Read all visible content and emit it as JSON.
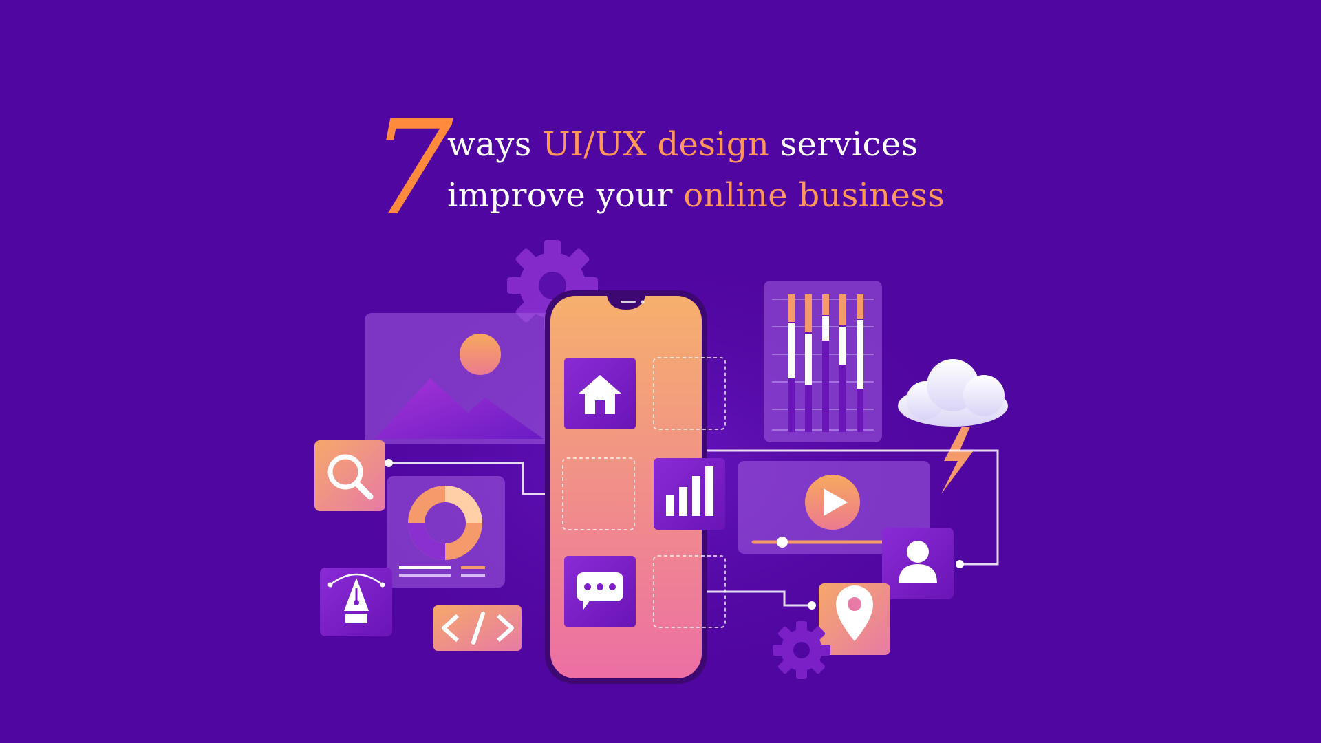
{
  "headline": {
    "number": "7",
    "line1": {
      "part1": "ways ",
      "highlight": "UI/UX design",
      "part2": " services"
    },
    "line2": {
      "part1": "improve your ",
      "highlight": "online business"
    }
  },
  "colors": {
    "background": "#5006a0",
    "accent_orange": "#ff8a3d",
    "highlight_text": "#ff965a",
    "text_white": "#ffffff",
    "phone_gradient_top": "#f6b06d",
    "phone_gradient_bottom": "#ec6fa4",
    "tile_purple": "#7b1fc7"
  },
  "illustration": {
    "icons": [
      "gear-icon",
      "image-landscape-icon",
      "smartphone-icon",
      "home-icon",
      "bar-chart-icon",
      "chat-bubble-icon",
      "bar-graph-panel-icon",
      "cloud-icon",
      "lightning-icon",
      "play-button-icon",
      "user-icon",
      "location-pin-icon",
      "search-icon",
      "donut-chart-icon",
      "pen-tool-icon",
      "code-icon"
    ]
  }
}
